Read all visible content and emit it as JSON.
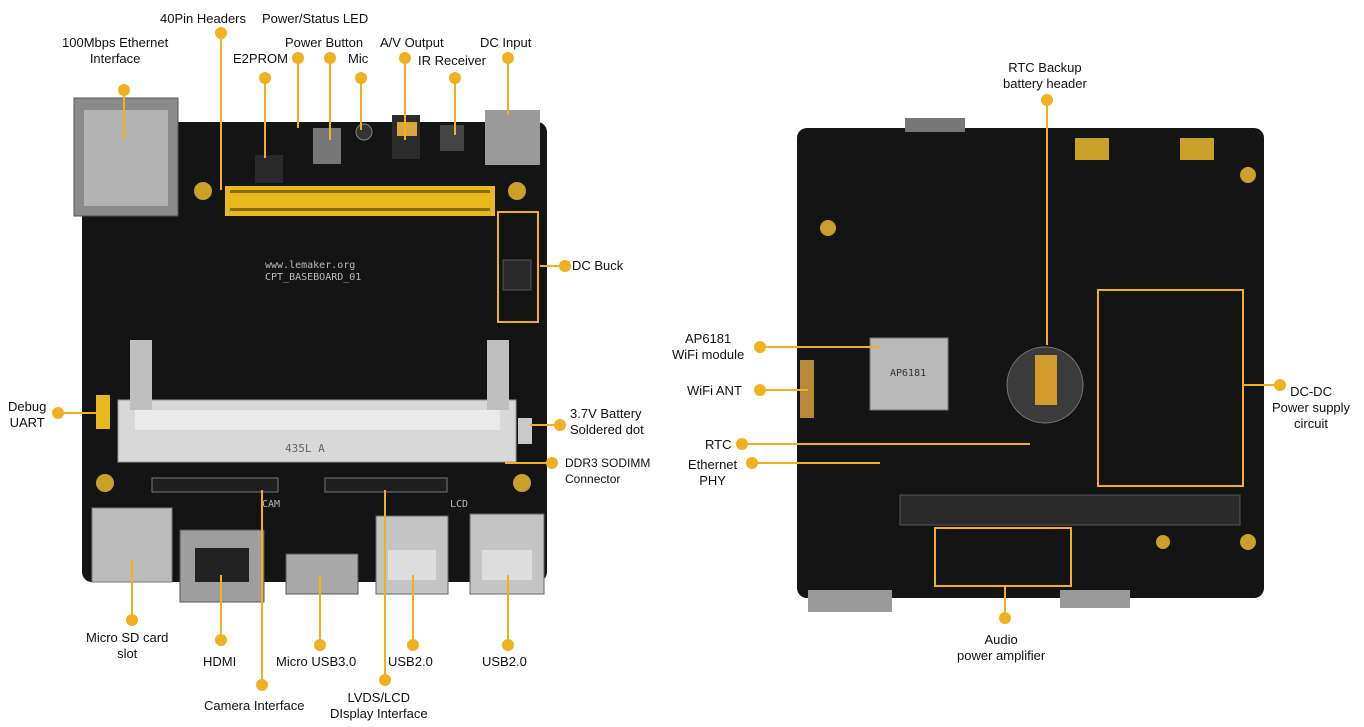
{
  "front_labels": {
    "ethernet": [
      "100Mbps Ethernet",
      "Interface"
    ],
    "headers40": "40Pin Headers",
    "power_led": "Power/Status LED",
    "e2prom": "E2PROM",
    "power_button": "Power Button",
    "av_output": "A/V Output",
    "mic": "Mic",
    "ir_receiver": "IR Receiver",
    "dc_input": "DC Input",
    "dc_buck": "DC Buck",
    "debug_uart": [
      "Debug",
      "UART"
    ],
    "battery": [
      "3.7V Battery",
      "Soldered dot"
    ],
    "ddr3": [
      "DDR3 SODIMM",
      "Connector"
    ],
    "micro_sd": [
      "Micro SD card",
      "slot"
    ],
    "hdmi": "HDMI",
    "micro_usb3": "Micro USB3.0",
    "usb2_a": "USB2.0",
    "usb2_b": "USB2.0",
    "camera": "Camera Interface",
    "lvds": [
      "LVDS/LCD",
      "DIsplay Interface"
    ]
  },
  "back_labels": {
    "rtc_backup": [
      "RTC Backup",
      "battery header"
    ],
    "ap6181": [
      "AP6181",
      "WiFi module"
    ],
    "wifi_ant": "WiFi ANT",
    "rtc": "RTC",
    "ethernet_phy": [
      "Ethernet",
      "PHY"
    ],
    "dcdc": [
      "DC-DC",
      "Power supply",
      "circuit"
    ],
    "audio_amp": [
      "Audio",
      "power amplifier"
    ]
  },
  "board_silk": {
    "url": "www.lemaker.org",
    "model": "CPT_BASEBOARD_01",
    "sodimm_text": "435L A",
    "cam": "CAM",
    "lcd": "LCD",
    "chip": "AP6181"
  },
  "colors": {
    "callout": "#f0b020",
    "board": "#141414",
    "header_pins": "#e8b81c"
  }
}
